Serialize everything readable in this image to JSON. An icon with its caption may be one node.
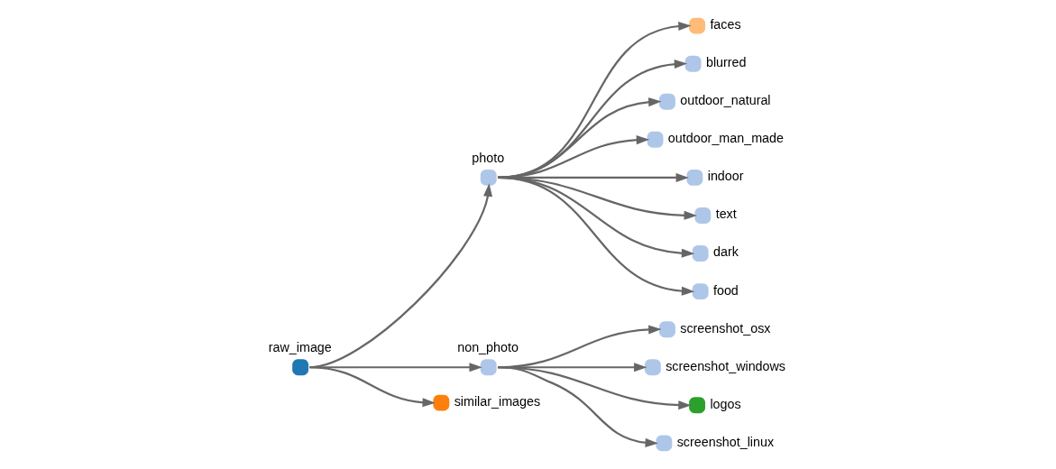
{
  "diagram": {
    "nodes": [
      {
        "text": [],
        "shape": "circle",
        "beside": [
          "raw_image"
        ]
      },
      {
        "text": [],
        "shape": "circle",
        "beside": [
          "photo"
        ]
      },
      {
        "text": [],
        "shape": "circle",
        "beside": [
          "non_photo"
        ]
      },
      {
        "text": [],
        "shape": "circle",
        "beside": [
          "similar_images"
        ]
      },
      {
        "text": [],
        "shape": "circle",
        "beside": [
          "faces"
        ]
      },
      {
        "text": [],
        "shape": "circle",
        "beside": [
          "blurred"
        ]
      },
      {
        "text": [],
        "shape": "circle",
        "beside": [
          "outdoor_natural"
        ]
      },
      {
        "text": [],
        "shape": "circle",
        "beside": [
          "outdoor_man_made"
        ]
      },
      {
        "text": [],
        "shape": "circle",
        "beside": [
          "indoor"
        ]
      },
      {
        "text": [],
        "shape": "circle",
        "beside": [
          "text"
        ]
      },
      {
        "text": [],
        "shape": "circle",
        "beside": [
          "dark"
        ]
      },
      {
        "text": [],
        "shape": "circle",
        "beside": [
          "food"
        ]
      },
      {
        "text": [],
        "shape": "circle",
        "beside": [
          "screenshot_osx"
        ]
      },
      {
        "text": [],
        "shape": "circle",
        "beside": [
          "screenshot_windows"
        ]
      },
      {
        "text": [],
        "shape": "circle",
        "beside": [
          "logos"
        ]
      },
      {
        "text": [],
        "shape": "circle",
        "beside": [
          "screenshot_linux"
        ]
      }
    ],
    "edges": [
      {
        "from": 0,
        "to": 1,
        "arrow": "to"
      },
      {
        "from": 0,
        "to": 2,
        "arrow": "to"
      },
      {
        "from": 0,
        "to": 3,
        "arrow": "to"
      },
      {
        "from": 1,
        "to": 4,
        "arrow": "to"
      },
      {
        "from": 1,
        "to": 5,
        "arrow": "to"
      },
      {
        "from": 1,
        "to": 6,
        "arrow": "to"
      },
      {
        "from": 1,
        "to": 7,
        "arrow": "to"
      },
      {
        "from": 1,
        "to": 8,
        "arrow": "to"
      },
      {
        "from": 1,
        "to": 9,
        "arrow": "to"
      },
      {
        "from": 1,
        "to": 10,
        "arrow": "to"
      },
      {
        "from": 1,
        "to": 11,
        "arrow": "to"
      },
      {
        "from": 2,
        "to": 12,
        "arrow": "to"
      },
      {
        "from": 2,
        "to": 13,
        "arrow": "to"
      },
      {
        "from": 2,
        "to": 14,
        "arrow": "to"
      },
      {
        "from": 2,
        "to": 15,
        "arrow": "to"
      }
    ]
  }
}
